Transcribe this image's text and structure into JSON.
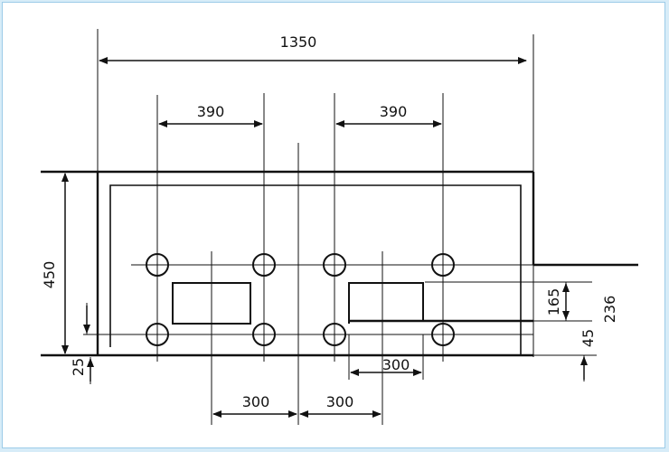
{
  "drawing": {
    "line_color": "#111111",
    "background": "#ffffff",
    "border_color": "#9ccbe8",
    "dimensions": {
      "overall_width": "1350",
      "left_hole_spacing": "390",
      "right_hole_spacing": "390",
      "height": "450",
      "bottom_offset": "25",
      "right_height_a": "165",
      "right_height_b": "236",
      "right_height_c": "45",
      "bottom_span_left": "300",
      "bottom_span_right": "300",
      "opening_width": "300"
    }
  }
}
